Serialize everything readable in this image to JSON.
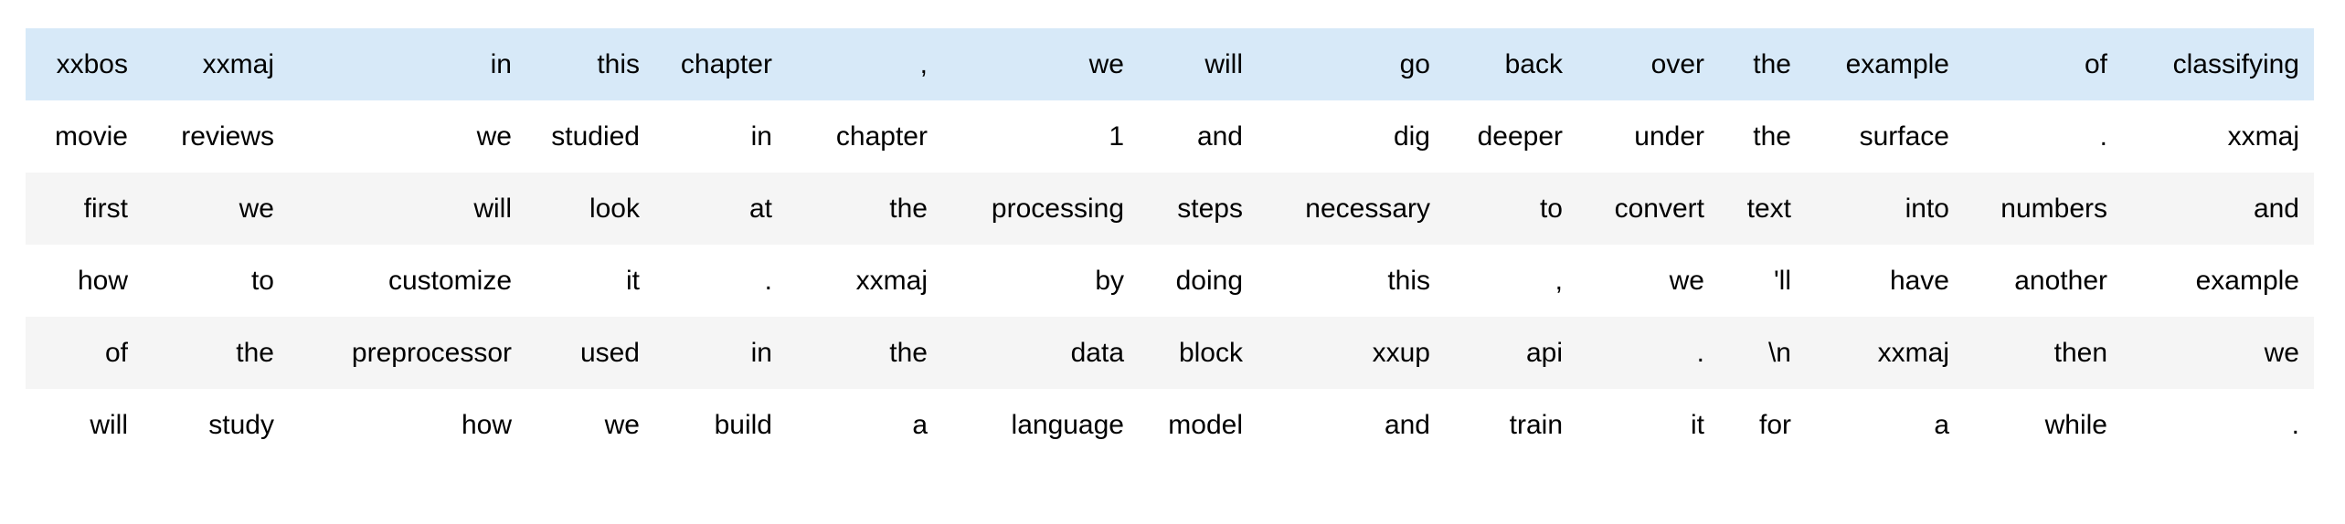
{
  "table": {
    "description": "tokenized-text-batch-output",
    "colors": {
      "highlight_row": "#d7e9f8",
      "stripe_row": "#f5f5f5",
      "background": "#ffffff",
      "text": "#000000"
    },
    "rows": [
      {
        "style": "highlight",
        "tokens": [
          "xxbos",
          "xxmaj",
          "in",
          "this",
          "chapter",
          ",",
          "we",
          "will",
          "go",
          "back",
          "over",
          "the",
          "example",
          "of",
          "classifying"
        ]
      },
      {
        "style": "plain",
        "tokens": [
          "movie",
          "reviews",
          "we",
          "studied",
          "in",
          "chapter",
          "1",
          "and",
          "dig",
          "deeper",
          "under",
          "the",
          "surface",
          ".",
          "xxmaj"
        ]
      },
      {
        "style": "stripe",
        "tokens": [
          "first",
          "we",
          "will",
          "look",
          "at",
          "the",
          "processing",
          "steps",
          "necessary",
          "to",
          "convert",
          "text",
          "into",
          "numbers",
          "and"
        ]
      },
      {
        "style": "plain",
        "tokens": [
          "how",
          "to",
          "customize",
          "it",
          ".",
          "xxmaj",
          "by",
          "doing",
          "this",
          ",",
          "we",
          "'ll",
          "have",
          "another",
          "example"
        ]
      },
      {
        "style": "stripe",
        "tokens": [
          "of",
          "the",
          "preprocessor",
          "used",
          "in",
          "the",
          "data",
          "block",
          "xxup",
          "api",
          ".",
          "\\n",
          "xxmaj",
          "then",
          "we"
        ]
      },
      {
        "style": "plain",
        "tokens": [
          "will",
          "study",
          "how",
          "we",
          "build",
          "a",
          "language",
          "model",
          "and",
          "train",
          "it",
          "for",
          "a",
          "while",
          "."
        ]
      }
    ]
  }
}
